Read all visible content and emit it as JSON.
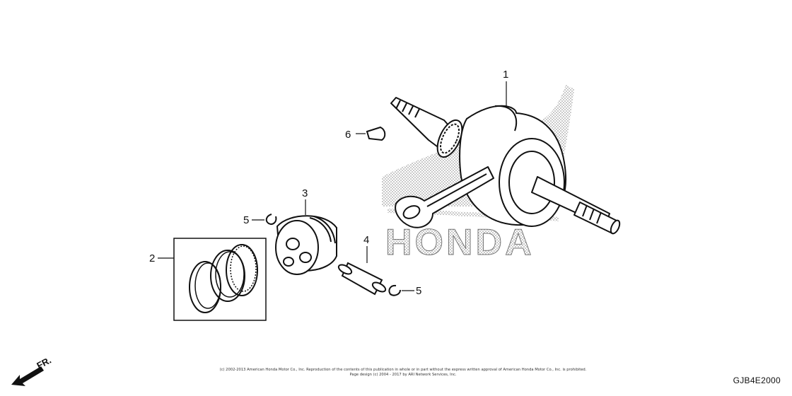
{
  "callouts": {
    "crankshaft": "1",
    "piston_ring_set": "2",
    "piston": "3",
    "piston_pin": "4",
    "pin_clip_left": "5",
    "pin_clip_right": "5",
    "woodruff_key": "6"
  },
  "watermark": {
    "text": "HONDA"
  },
  "direction": {
    "label": "FR."
  },
  "footer": {
    "copyright_line1": "(c) 2002-2013 American Honda Motor Co., Inc. Reproduction of the contents of this publication in whole or in part without the express written approval of American Honda Motor Co., Inc. is prohibited.",
    "copyright_line2": "Page design (c) 2004 - 2017 by ARI Network Services, Inc.",
    "figure_code": "GJB4E2000"
  }
}
